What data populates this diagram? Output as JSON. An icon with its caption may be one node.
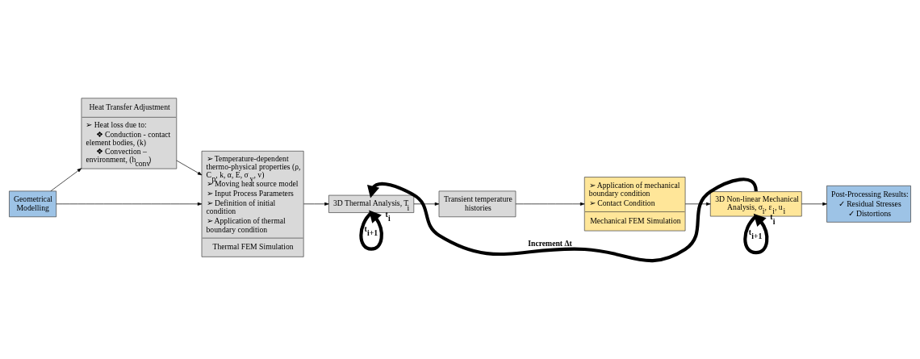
{
  "diagram": {
    "nodes": [
      {
        "text": [
          "Geometrical Modelling"
        ]
      },
      {
        "text": [
          "Heat Transfer Adjustment",
          "➢ Heat loss due to:",
          "❖ Conduction - contact element bodies, (k)",
          "❖ Convection – environment, (h$_{conv}$)"
        ]
      },
      {
        "text": [
          "➢ Temperature-dependent thermo-physical properties (ρ, C$_{p}$, k, α, E, σ$_{y}$, v)",
          "➢ Moving heat source model",
          "➢ Input Process Parameters",
          "➢ Definition of initial condition",
          "➢ Application of thermal boundary condition",
          "Thermal FEM Simulation"
        ]
      },
      {
        "text": [
          "3D Thermal Analysis, T$_{i}$"
        ],
        "beside": [
          "t$_{i}$",
          "t$_{i+1}$"
        ]
      },
      {
        "text": [
          "Transient temperature histories"
        ]
      },
      {
        "text": [
          "➢ Application of mechanical boundary condition",
          "➢ Contact Condition",
          "Mechanical FEM Simulation"
        ]
      },
      {
        "text": [
          "3D Non-linear Mechanical Analysis, σ$_{i}$, ε$_{i}$, u$_{i}$"
        ],
        "beside": [
          "t$_{i}$",
          "t$_{i+1}$"
        ]
      },
      {
        "text": [
          "Post-Processing Results:",
          "✓ Residual Stresses",
          "✓ Distortions"
        ]
      }
    ],
    "edges": [
      {
        "from": 0,
        "to": 1,
        "arrow": "to"
      },
      {
        "from": 0,
        "to": 2,
        "arrow": "to"
      },
      {
        "from": 1,
        "to": 2,
        "arrow": "to"
      },
      {
        "from": 2,
        "to": 3,
        "arrow": "to"
      },
      {
        "from": 3,
        "to": 4,
        "arrow": "to"
      },
      {
        "from": 3,
        "to": 3,
        "arrow": "to",
        "style": "thick"
      },
      {
        "from": 4,
        "to": 5,
        "arrow": "to"
      },
      {
        "from": 5,
        "to": 6,
        "arrow": "to"
      },
      {
        "from": 6,
        "to": 6,
        "arrow": "to",
        "style": "thick"
      },
      {
        "from": 6,
        "to": 3,
        "arrow": "to",
        "style": "thick",
        "label": "Increment Δt"
      },
      {
        "from": 6,
        "to": 7,
        "arrow": "to"
      }
    ]
  }
}
